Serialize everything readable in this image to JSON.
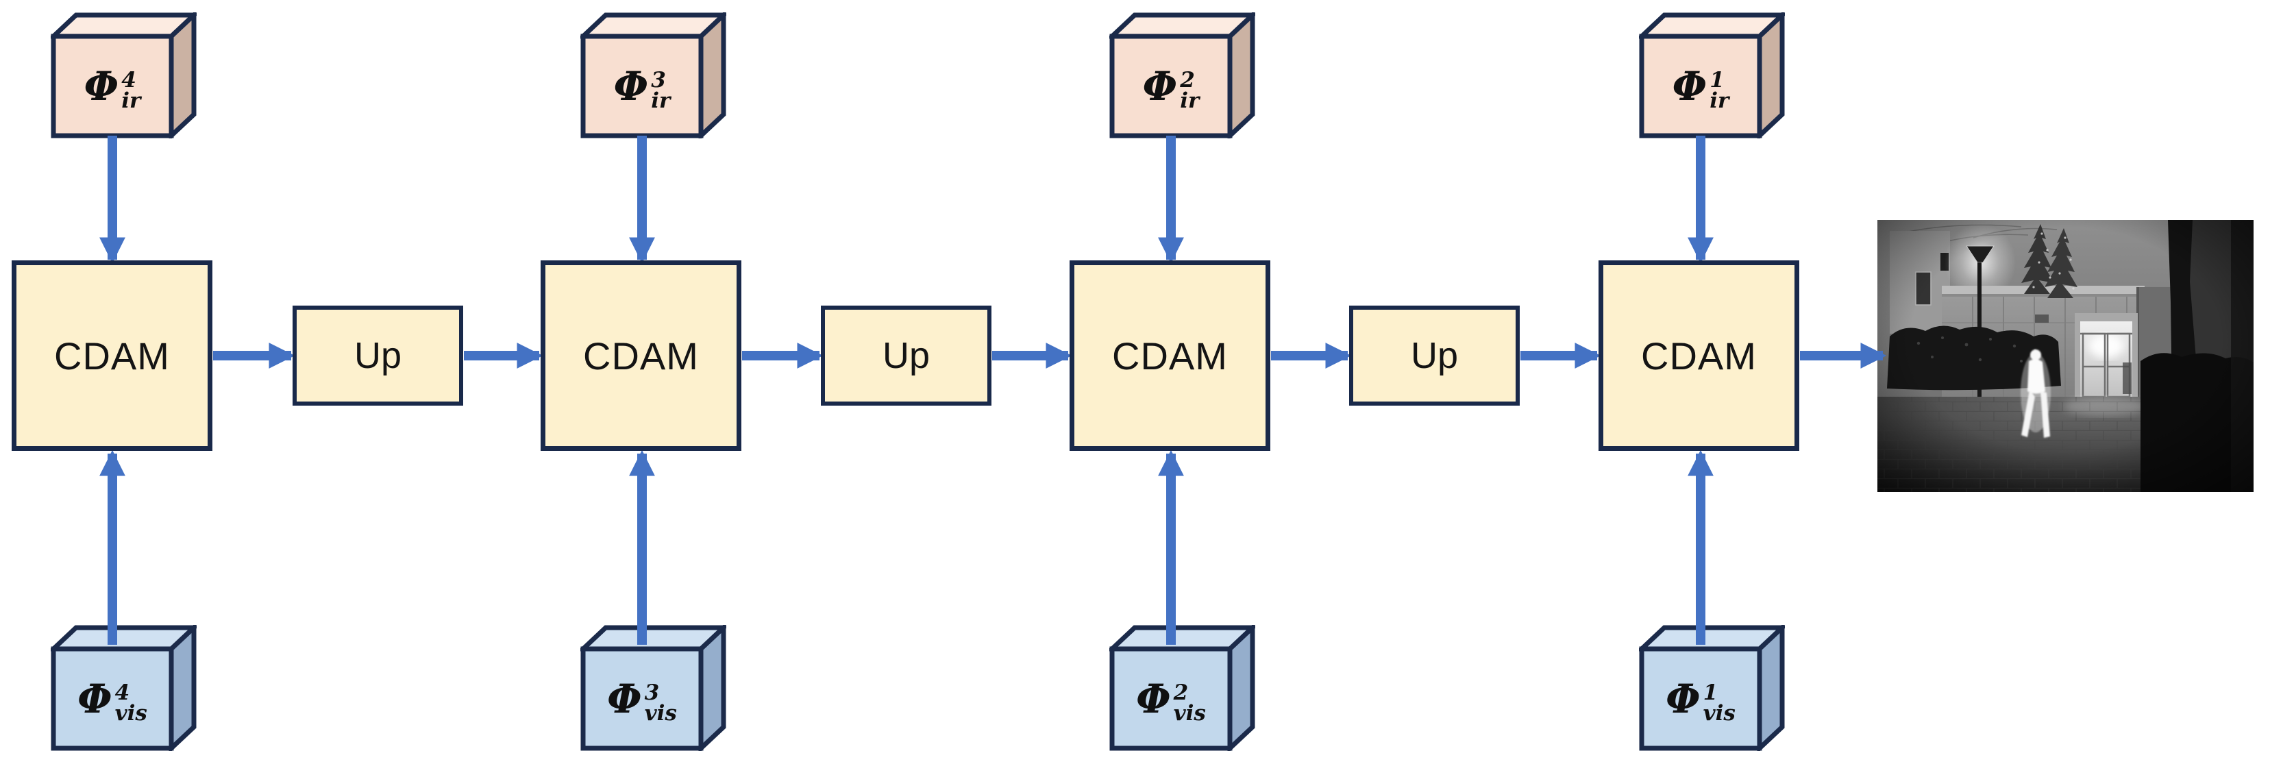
{
  "diagram": {
    "cdam_label": "CDAM",
    "up_label": "Up",
    "stages": [
      {
        "level": "4",
        "ir": {
          "base": "Φ",
          "sup": "4",
          "sub": "ir"
        },
        "vis": {
          "base": "Φ",
          "sup": "4",
          "sub": "vis"
        }
      },
      {
        "level": "3",
        "ir": {
          "base": "Φ",
          "sup": "3",
          "sub": "ir"
        },
        "vis": {
          "base": "Φ",
          "sup": "3",
          "sub": "vis"
        }
      },
      {
        "level": "2",
        "ir": {
          "base": "Φ",
          "sup": "2",
          "sub": "ir"
        },
        "vis": {
          "base": "Φ",
          "sup": "2",
          "sub": "vis"
        }
      },
      {
        "level": "1",
        "ir": {
          "base": "Φ",
          "sup": "1",
          "sub": "ir"
        },
        "vis": {
          "base": "Φ",
          "sup": "1",
          "sub": "vis"
        }
      }
    ],
    "colors": {
      "arrow": "#4472C4",
      "block_border": "#19294A",
      "block_fill": "#FDF1CE",
      "ir_cube_front": "#F8DFD1",
      "ir_cube_top": "#FCEBE1",
      "ir_cube_side": "#CBB2A3",
      "vis_cube_front": "#C2D8EC",
      "vis_cube_top": "#D0E1F2",
      "vis_cube_side": "#95AECC"
    },
    "output_image": {
      "name": "fused-output-image"
    }
  }
}
